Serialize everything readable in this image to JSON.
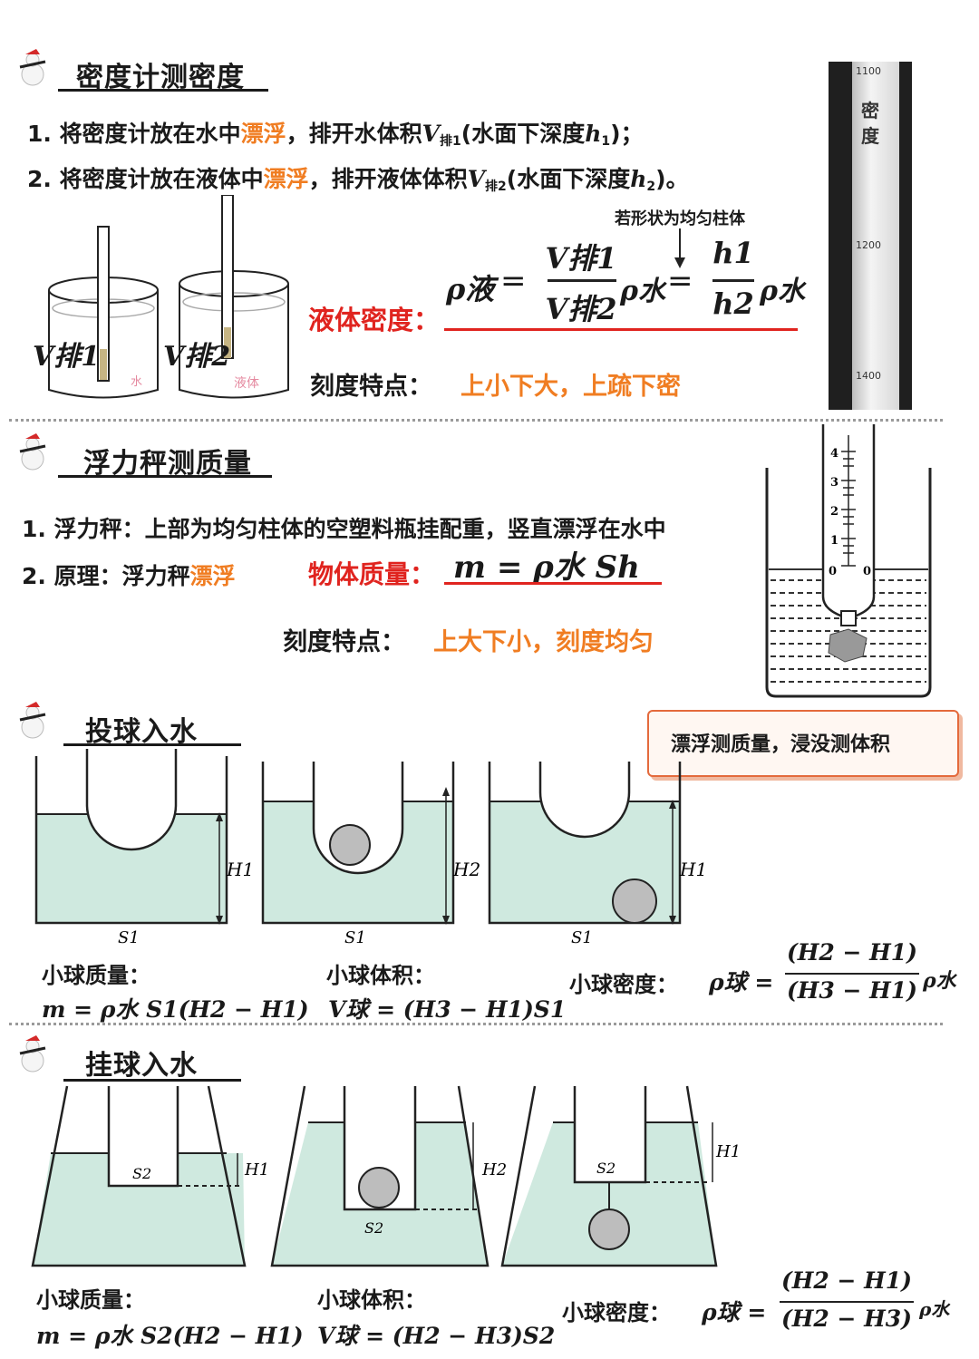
{
  "section1": {
    "title": "密度计测密度",
    "line1_a": "1. 将密度计放在水中",
    "line1_float": "漂浮",
    "line1_b": "，排开水体积",
    "line1_V": "V",
    "line1_Vsub": "排1",
    "line1_c": "(水面下深度",
    "line1_h": "h",
    "line1_hsub": "1",
    "line1_d": ")；",
    "line2_a": "2. 将密度计放在液体中",
    "line2_float": "漂浮",
    "line2_b": "，排开液体体积",
    "line2_V": "V",
    "line2_Vsub": "排2",
    "line2_c": "(水面下深度",
    "line2_h": "h",
    "line2_hsub": "2",
    "line2_d": ")。",
    "note_uniform": "若形状为均匀柱体",
    "density_label": "液体密度：",
    "rho_liquid": "ρ液",
    "eq1_num": "V排1",
    "eq1_den": "V排2",
    "rho_water": "ρ水",
    "eq2_num": "h1",
    "eq2_den": "h2",
    "beaker1_label": "V排1",
    "beaker2_label": "V排2",
    "beaker1_note": "水",
    "beaker2_note": "液体",
    "scale_label": "刻度特点：",
    "scale_value": "上小下大，上疏下密",
    "photo_text": "密度",
    "photo_ticks": [
      "1100",
      "1200",
      "1400"
    ]
  },
  "section2": {
    "title": "浮力秤测质量",
    "line1": "1. 浮力秤：上部为均匀柱体的空塑料瓶挂配重，竖直漂浮在水中",
    "line2_a": "2. 原理：浮力秤",
    "line2_float": "漂浮",
    "mass_label": "物体质量：",
    "mass_formula": "m = ρ水 Sh",
    "scale_label": "刻度特点：",
    "scale_value": "上大下小，刻度均匀",
    "scale_ticks": [
      "4",
      "3",
      "2",
      "1",
      "0",
      "0"
    ]
  },
  "section3": {
    "title": "投球入水",
    "note": "漂浮测质量，浸没测体积",
    "labels": [
      "H1",
      "H2",
      "H1",
      "S1",
      "S1",
      "S1"
    ],
    "mass_caption": "小球质量：",
    "mass_formula": "m = ρ水 S1(H2 − H1)",
    "volume_caption": "小球体积：",
    "volume_formula": "V球 = (H3 − H1)S1",
    "density_caption": "小球密度：",
    "density_lhs": "ρ球 =",
    "density_num": "(H2 − H1)",
    "density_den": "(H3 − H1)",
    "density_rhs": "ρ水"
  },
  "section4": {
    "title": "挂球入水",
    "labels": [
      "S2",
      "H1",
      "H2",
      "S2",
      "S2",
      "H1"
    ],
    "mass_caption": "小球质量：",
    "mass_formula": "m = ρ水 S2(H2 − H1)",
    "volume_caption": "小球体积：",
    "volume_formula": "V球 = (H2 − H3)S2",
    "density_caption": "小球密度：",
    "density_lhs": "ρ球 =",
    "density_num": "(H2 − H1)",
    "density_den": "(H2 − H3)",
    "density_rhs": "ρ水"
  },
  "colors": {
    "accent_orange": "#f07d22",
    "underline_red": "#e0241f",
    "water": "#cfe9df"
  }
}
